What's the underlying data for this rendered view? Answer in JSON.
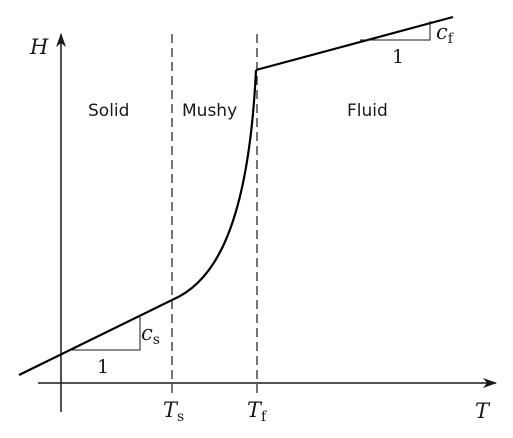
{
  "axes": {
    "y_label": "H",
    "x_label": "T"
  },
  "regions": {
    "solid": "Solid",
    "mushy": "Mushy",
    "fluid": "Fluid"
  },
  "ticks": {
    "ts_main": "T",
    "ts_sub": "s",
    "tf_main": "T",
    "tf_sub": "f"
  },
  "slopes": {
    "solid_run": "1",
    "solid_main": "c",
    "solid_sub": "s",
    "fluid_run": "1",
    "fluid_main": "c",
    "fluid_sub": "f"
  }
}
